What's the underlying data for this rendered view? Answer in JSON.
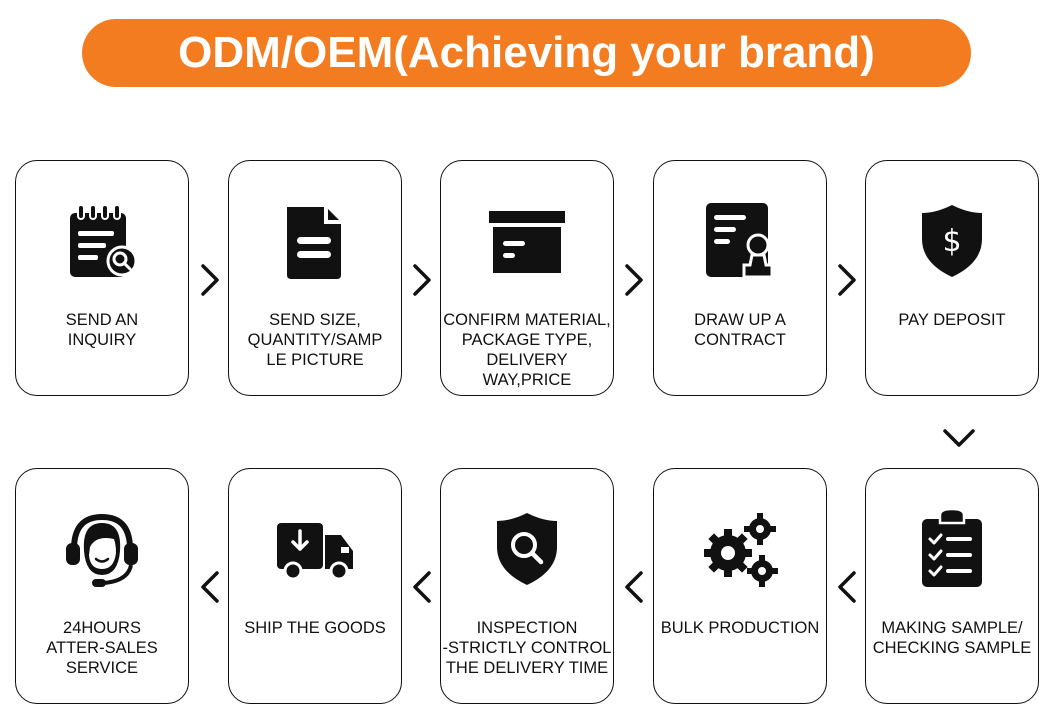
{
  "banner": {
    "title": "ODM/OEM(Achieving your brand)"
  },
  "colors": {
    "accent": "#f47c20",
    "ink": "#111111"
  },
  "steps": [
    {
      "label": "SEND AN\nINQUIRY",
      "icon": "inquiry-icon"
    },
    {
      "label": "SEND SIZE,\nQUANTITY/SAMP\nLE PICTURE",
      "icon": "document-icon"
    },
    {
      "label": "CONFIRM MATERIAL,\nPACKAGE TYPE,\nDELIVERY WAY,PRICE",
      "icon": "package-box-icon"
    },
    {
      "label": "DRAW UP A\nCONTRACT",
      "icon": "contract-stamp-icon"
    },
    {
      "label": "PAY DEPOSIT",
      "icon": "dollar-shield-icon"
    },
    {
      "label": "MAKING SAMPLE/\nCHECKING SAMPLE",
      "icon": "clipboard-checklist-icon"
    },
    {
      "label": "BULK PRODUCTION",
      "icon": "gears-icon"
    },
    {
      "label": "INSPECTION\n-STRICTLY CONTROL\nTHE DELIVERY TIME",
      "icon": "inspection-shield-icon"
    },
    {
      "label": "SHIP THE GOODS",
      "icon": "delivery-truck-icon"
    },
    {
      "label": "24HOURS\nATTER-SALES\nSERVICE",
      "icon": "headset-support-icon"
    }
  ]
}
